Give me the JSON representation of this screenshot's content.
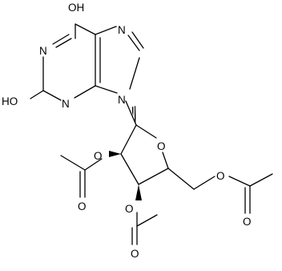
{
  "molecule": {
    "atoms": {
      "oh_top": "OH",
      "oh_left": "HO",
      "n1": "N",
      "n3": "N",
      "n7": "N",
      "n9": "N",
      "o_ring": "O",
      "o_acetyl_2": "O",
      "o_carbonyl_2": "O",
      "o_acetyl_3": "O",
      "o_carbonyl_3": "O",
      "o_acetyl_5": "O",
      "o_carbonyl_5": "O"
    }
  }
}
